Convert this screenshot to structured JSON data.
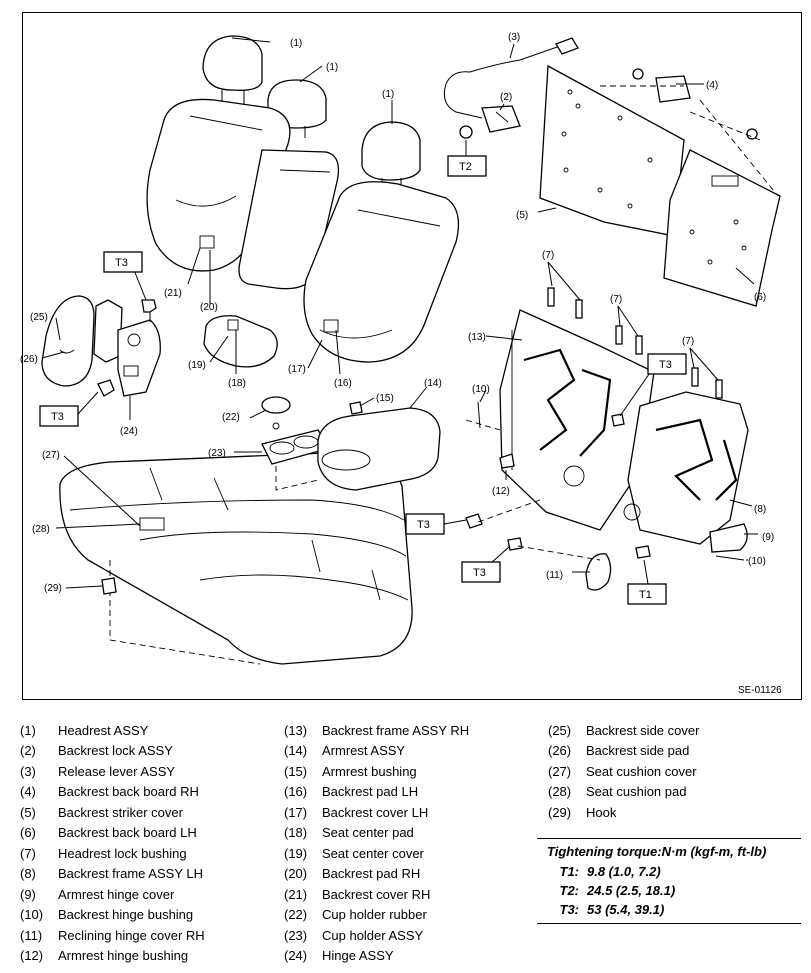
{
  "diagram": {
    "code": "SE-01126",
    "callouts": {
      "c1a": "(1)",
      "c1b": "(1)",
      "c1c": "(1)",
      "c2": "(2)",
      "c3": "(3)",
      "c4": "(4)",
      "c5": "(5)",
      "c6": "(6)",
      "c7a": "(7)",
      "c7b": "(7)",
      "c7c": "(7)",
      "c8": "(8)",
      "c9": "(9)",
      "c10a": "(10)",
      "c10b": "(10)",
      "c11": "(11)",
      "c12": "(12)",
      "c13": "(13)",
      "c14": "(14)",
      "c15": "(15)",
      "c16": "(16)",
      "c17": "(17)",
      "c18": "(18)",
      "c19": "(19)",
      "c20": "(20)",
      "c21": "(21)",
      "c22": "(22)",
      "c23": "(23)",
      "c24": "(24)",
      "c25": "(25)",
      "c26": "(26)",
      "c27": "(27)",
      "c28": "(28)",
      "c29": "(29)"
    },
    "torque_tags": {
      "t2": "T2",
      "t3a": "T3",
      "t3b": "T3",
      "t3c": "T3",
      "t3d": "T3",
      "t3e": "T3",
      "t1": "T1"
    }
  },
  "legend": {
    "col1": [
      {
        "num": "(1)",
        "label": "Headrest ASSY"
      },
      {
        "num": "(2)",
        "label": "Backrest lock ASSY"
      },
      {
        "num": "(3)",
        "label": "Release lever ASSY"
      },
      {
        "num": "(4)",
        "label": "Backrest back board RH"
      },
      {
        "num": "(5)",
        "label": "Backrest striker cover"
      },
      {
        "num": "(6)",
        "label": "Backrest back board LH"
      },
      {
        "num": "(7)",
        "label": "Headrest lock bushing"
      },
      {
        "num": "(8)",
        "label": "Backrest frame ASSY LH"
      },
      {
        "num": "(9)",
        "label": "Armrest hinge cover"
      },
      {
        "num": "(10)",
        "label": "Backrest hinge bushing"
      },
      {
        "num": "(11)",
        "label": "Reclining hinge cover RH"
      },
      {
        "num": "(12)",
        "label": "Armrest hinge bushing"
      }
    ],
    "col2": [
      {
        "num": "(13)",
        "label": "Backrest frame ASSY RH"
      },
      {
        "num": "(14)",
        "label": "Armrest ASSY"
      },
      {
        "num": "(15)",
        "label": "Armrest bushing"
      },
      {
        "num": "(16)",
        "label": "Backrest pad LH"
      },
      {
        "num": "(17)",
        "label": "Backrest cover LH"
      },
      {
        "num": "(18)",
        "label": "Seat center pad"
      },
      {
        "num": "(19)",
        "label": "Seat center cover"
      },
      {
        "num": "(20)",
        "label": "Backrest pad RH"
      },
      {
        "num": "(21)",
        "label": "Backrest cover RH"
      },
      {
        "num": "(22)",
        "label": "Cup holder rubber"
      },
      {
        "num": "(23)",
        "label": "Cup holder ASSY"
      },
      {
        "num": "(24)",
        "label": "Hinge ASSY"
      }
    ],
    "col3": [
      {
        "num": "(25)",
        "label": "Backrest side cover"
      },
      {
        "num": "(26)",
        "label": "Backrest side pad"
      },
      {
        "num": "(27)",
        "label": "Seat cushion cover"
      },
      {
        "num": "(28)",
        "label": "Seat cushion pad"
      },
      {
        "num": "(29)",
        "label": "Hook"
      }
    ]
  },
  "torque": {
    "title": "Tightening torque:N·m (kgf-m, ft-lb)",
    "rows": [
      {
        "key": "T1:",
        "value": "9.8 (1.0, 7.2)"
      },
      {
        "key": "T2:",
        "value": "24.5 (2.5, 18.1)"
      },
      {
        "key": "T3:",
        "value": "53 (5.4, 39.1)"
      }
    ]
  }
}
